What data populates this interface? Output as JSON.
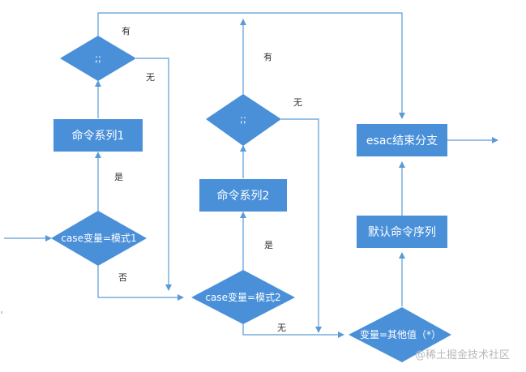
{
  "colors": {
    "node_fill": "#4a90d9",
    "edge": "#5b9bd5",
    "edge_label": "#333333",
    "watermark": "#b9b9b9"
  },
  "nodes": {
    "sep1": ";;",
    "cmd1": "命令系列1",
    "case1": "case变量=模式1",
    "sep2": ";;",
    "cmd2": "命令系列2",
    "case2": "case变量=模式2",
    "esac": "esac结束分支",
    "default_cmd": "默认命令序列",
    "other": "变量=其他值（*）"
  },
  "edge_labels": {
    "has_1": "有",
    "none_1": "无",
    "yes_1": "是",
    "no_1": "否",
    "has_2": "有",
    "none_2": "无",
    "yes_2": "是",
    "none_3": "无"
  },
  "watermark": "@稀土掘金技术社区"
}
